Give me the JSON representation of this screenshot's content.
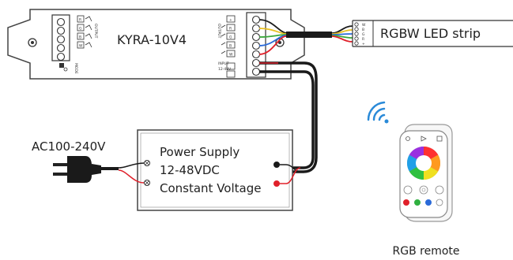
{
  "controller": {
    "model": "KYRA-10V4",
    "left_labels": [
      "R",
      "G",
      "B",
      "W"
    ],
    "right_labels": [
      "+",
      "R",
      "G",
      "B",
      "W"
    ],
    "tiny_output": "OUTPUT",
    "tiny_input": "INPUT",
    "tiny_voltage": "12-48V",
    "tiny_power": "POWER",
    "tiny_mode": "MODE"
  },
  "led_strip": {
    "label": "RGBW LED strip",
    "pin_labels": [
      "W",
      "B",
      "G",
      "R",
      "+"
    ]
  },
  "power_supply": {
    "line1": "Power Supply",
    "line2": "12-48VDC",
    "line3": "Constant Voltage"
  },
  "ac_input": {
    "label": "AC100-240V"
  },
  "remote": {
    "label": "RGB remote"
  },
  "colors": {
    "wire_dark": "#1a1a1a",
    "wire_red": "#e0202a",
    "wire_green": "#3aa83a",
    "wire_blue": "#2a6ad8",
    "wire_yellow": "#e8c020",
    "wifi_blue": "#2a8ad8"
  }
}
